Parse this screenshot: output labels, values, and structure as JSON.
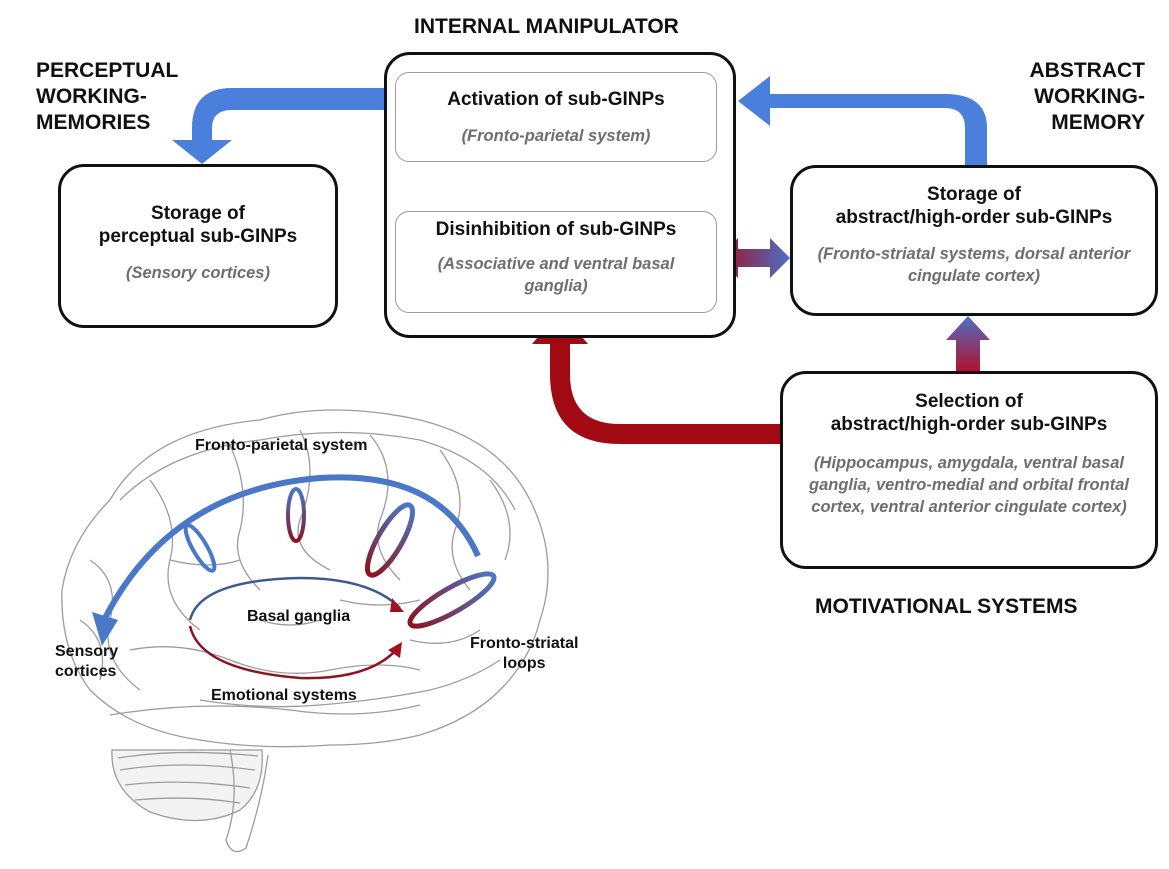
{
  "section_labels": {
    "internal_manipulator": "INTERNAL MANIPULATOR",
    "perceptual_wm": [
      "PERCEPTUAL",
      "WORKING-",
      "MEMORIES"
    ],
    "abstract_wm": [
      "ABSTRACT",
      "WORKING-",
      "MEMORY"
    ],
    "motivational": "MOTIVATIONAL SYSTEMS"
  },
  "boxes": {
    "activation": {
      "title": "Activation of sub-GINPs",
      "subtitle": "(Fronto-parietal system)"
    },
    "disinhibition": {
      "title": "Disinhibition of sub-GINPs",
      "subtitle": "(Associative and ventral basal ganglia)"
    },
    "perceptual_storage": {
      "title_lines": [
        "Storage of",
        "perceptual sub-GINPs"
      ],
      "subtitle": "(Sensory cortices)"
    },
    "abstract_storage": {
      "title_lines": [
        "Storage of",
        "abstract/high-order sub-GINPs"
      ],
      "subtitle": "(Fronto-striatal systems, dorsal anterior cingulate cortex)"
    },
    "selection": {
      "title_lines": [
        "Selection of",
        "abstract/high-order sub-GINPs"
      ],
      "subtitle": "(Hippocampus, amygdala, ventral basal ganglia, ventro-medial and orbital frontal cortex, ventral anterior cingulate cortex)"
    }
  },
  "brain_labels": {
    "fronto_parietal": "Fronto-parietal system",
    "basal_ganglia": "Basal ganglia",
    "sensory_cortices": [
      "Sensory",
      "cortices"
    ],
    "fronto_striatal": [
      "Fronto-striatal",
      "loops"
    ],
    "emotional": "Emotional systems"
  },
  "colors": {
    "blue": "#4a7fdc",
    "dark_red": "#a10a12",
    "grad_blue": "#4d6fc4",
    "grad_red": "#a30f22",
    "subtitle_gray": "#6e6e6e",
    "brain_line": "#9c9c9c"
  }
}
